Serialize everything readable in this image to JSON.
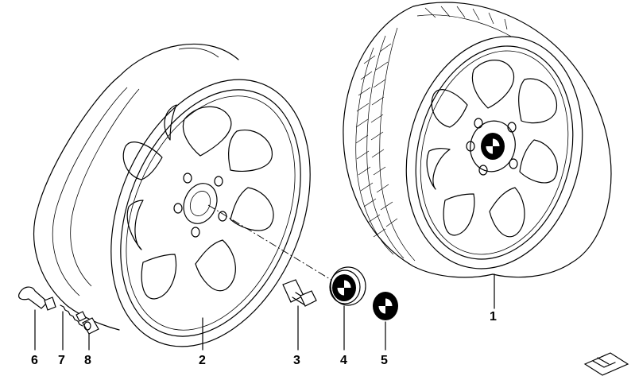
{
  "callouts": [
    {
      "label": "1"
    },
    {
      "label": "2"
    },
    {
      "label": "3"
    },
    {
      "label": "4"
    },
    {
      "label": "5"
    },
    {
      "label": "6"
    },
    {
      "label": "7"
    },
    {
      "label": "8"
    }
  ],
  "colors": {
    "ink": "#000000",
    "background": "#ffffff"
  },
  "icons": {
    "emblem": "roundel-emblem-icon",
    "corner": "page-corner-icon"
  }
}
